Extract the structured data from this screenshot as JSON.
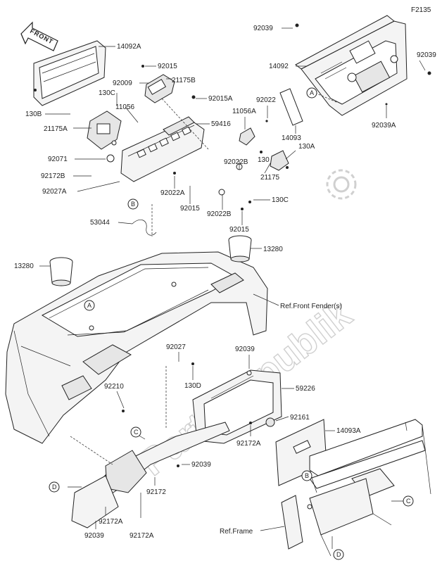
{
  "figure_code": "F2135",
  "front_arrow_label": "FRONT",
  "watermark": "PartsRepublik",
  "callout_letters": [
    "A",
    "B",
    "C",
    "D"
  ],
  "part_labels": [
    "14092A",
    "92015",
    "92009",
    "21175B",
    "130C",
    "11056",
    "92015A",
    "130B",
    "21175A",
    "59416",
    "92071",
    "92172B",
    "92027A",
    "92022A",
    "92015",
    "92022B",
    "92015",
    "53044",
    "92039",
    "14092",
    "92039",
    "92022",
    "11056A",
    "14093",
    "92039A",
    "130A",
    "130",
    "21175",
    "92022B",
    "130C",
    "13280",
    "13280",
    "92027",
    "130D",
    "92210",
    "92039",
    "59226",
    "92161",
    "92172A",
    "14093A",
    "92039",
    "92172",
    "92172A",
    "92039",
    "92172A"
  ],
  "references": {
    "front_fender": "Ref.Front Fender(s)",
    "frame": "Ref.Frame"
  }
}
